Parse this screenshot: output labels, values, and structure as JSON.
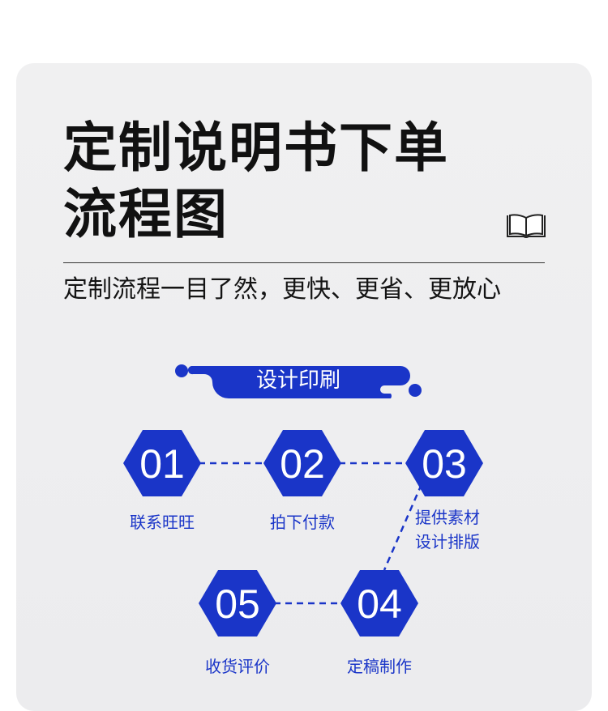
{
  "header": {
    "title_line1": "定制说明书下单",
    "title_line2": "流程图",
    "subtitle": "定制流程一目了然，更快、更省、更放心",
    "icon": "open-book-icon"
  },
  "banner": {
    "label": "设计印刷"
  },
  "steps": [
    {
      "number": "01",
      "label": "联系旺旺"
    },
    {
      "number": "02",
      "label": "拍下付款"
    },
    {
      "number": "03",
      "label_line1": "提供素材",
      "label_line2": "设计排版"
    },
    {
      "number": "04",
      "label": "定稿制作"
    },
    {
      "number": "05",
      "label": "收货评价"
    }
  ],
  "colors": {
    "accent": "#1a35c8",
    "title": "#111111",
    "card_bg": "#efeff1"
  }
}
